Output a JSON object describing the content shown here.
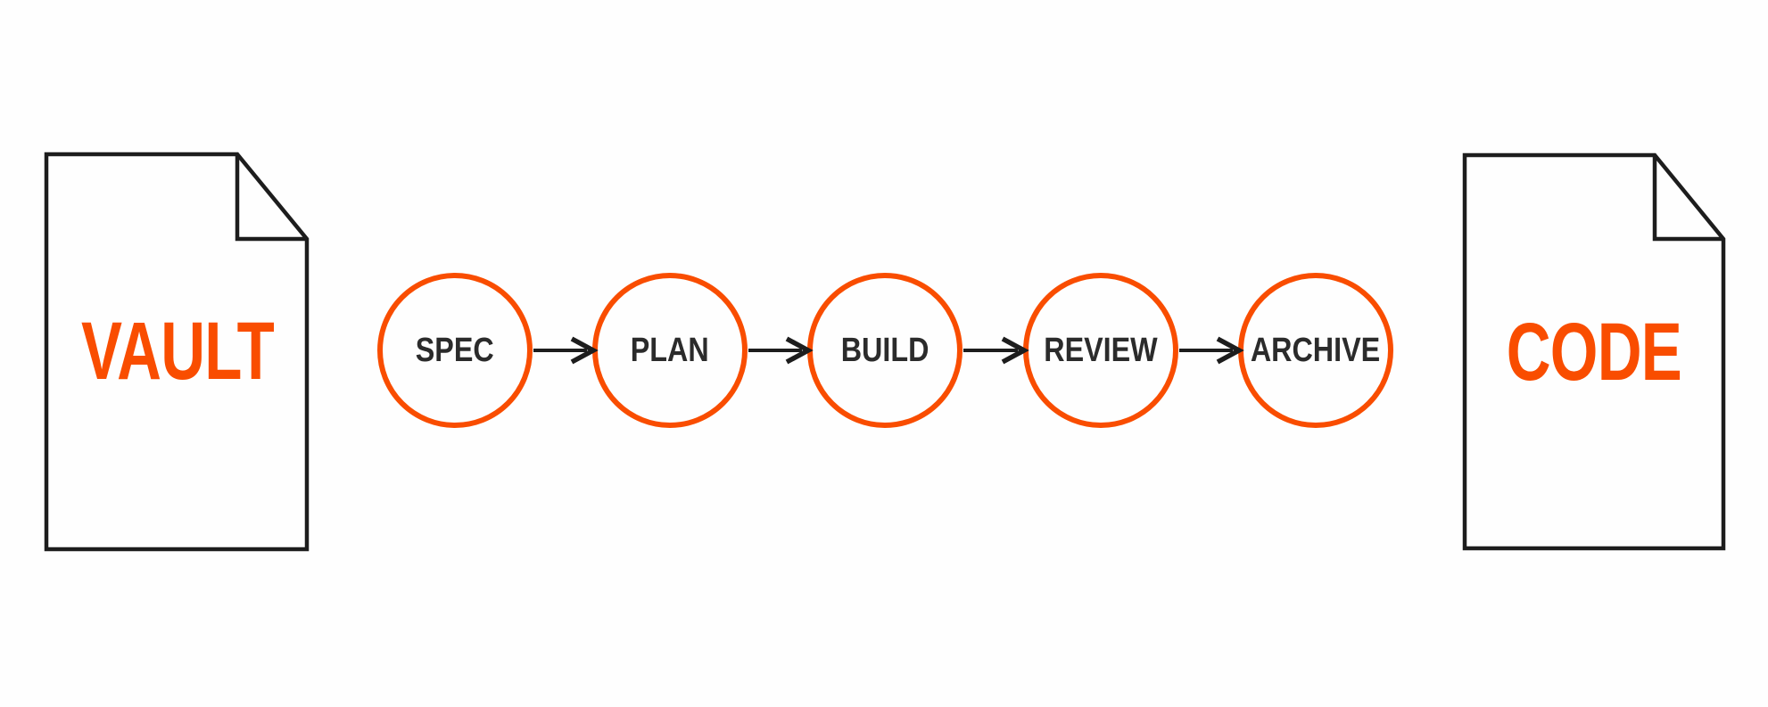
{
  "diagram": {
    "colors": {
      "accent": "#F94D00",
      "ink": "#1D1D1D",
      "stage_text": "#2B2B2B",
      "background": "#FEFEFE"
    },
    "source_document": {
      "label": "VAULT"
    },
    "stages": [
      {
        "label": "SPEC"
      },
      {
        "label": "PLAN"
      },
      {
        "label": "BUILD"
      },
      {
        "label": "REVIEW"
      },
      {
        "label": "ARCHIVE"
      }
    ],
    "output_document": {
      "label": "CODE"
    }
  }
}
